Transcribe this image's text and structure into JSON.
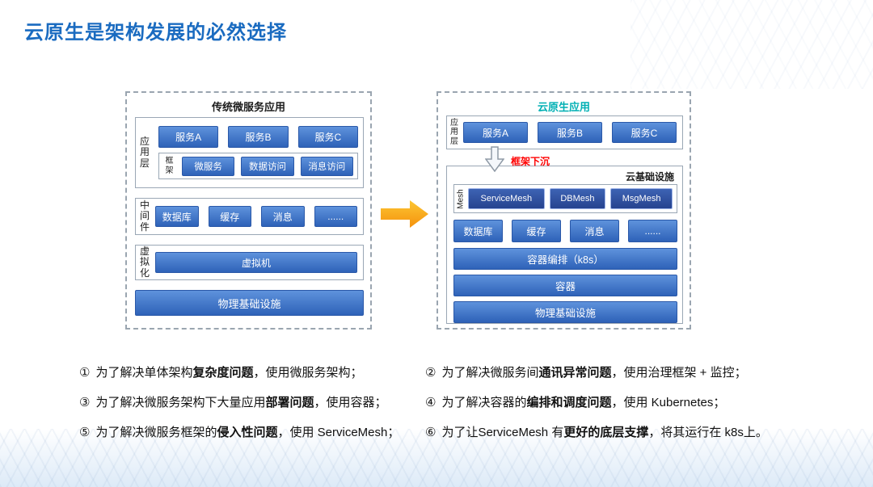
{
  "slide": {
    "title": "云原生是架构发展的必然选择"
  },
  "left_panel": {
    "title": "传统微服务应用",
    "app_layer": {
      "label": "应用层",
      "services": [
        "服务A",
        "服务B",
        "服务C"
      ],
      "framework": {
        "label": "框架",
        "items": [
          "微服务",
          "数据访问",
          "消息访问"
        ]
      }
    },
    "middleware": {
      "label": "中间件",
      "items": [
        "数据库",
        "缓存",
        "消息",
        "......"
      ]
    },
    "virtualization": {
      "label": "虚拟化",
      "vm": "虚拟机"
    },
    "physical": "物理基础设施"
  },
  "right_panel": {
    "title": "云原生应用",
    "app_layer": {
      "label": "应用层",
      "services": [
        "服务A",
        "服务B",
        "服务C"
      ]
    },
    "sink_label": "框架下沉",
    "cloud_infra": {
      "title": "云基础设施",
      "mesh": {
        "label": "Mesh",
        "items": [
          "ServiceMesh",
          "DBMesh",
          "MsgMesh"
        ]
      },
      "middleware": [
        "数据库",
        "缓存",
        "消息",
        "......"
      ],
      "orchestration": "容器编排（k8s）",
      "container": "容器",
      "physical": "物理基础设施"
    }
  },
  "notes": [
    {
      "num": "①",
      "pre": "为了解决单体架构",
      "bold": "复杂度问题",
      "post": "，使用微服务架构；"
    },
    {
      "num": "②",
      "pre": "为了解决微服务间",
      "bold": "通讯异常问题",
      "post": "，使用治理框架 + 监控；"
    },
    {
      "num": "③",
      "pre": "为了解决微服务架构下大量应用",
      "bold": "部署问题",
      "post": "，使用容器；"
    },
    {
      "num": "④",
      "pre": "为了解决容器的",
      "bold": "编排和调度问题",
      "post": "，使用 Kubernetes；"
    },
    {
      "num": "⑤",
      "pre": "为了解决微服务框架的",
      "bold": "侵入性问题",
      "post": "，使用 ServiceMesh；"
    },
    {
      "num": "⑥",
      "pre": "为了让ServiceMesh 有",
      "bold": "更好的底层支撑",
      "post": "，将其运行在 k8s上。"
    }
  ],
  "colors": {
    "title_blue": "#1a6bc0",
    "box_blue_top": "#5e92dc",
    "box_blue_bottom": "#2e62b8",
    "mesh_dark_blue": "#26438f",
    "cloud_native_cyan": "#00b0b4",
    "sink_red": "#ff0000",
    "arrow_orange": "#f5920d"
  }
}
